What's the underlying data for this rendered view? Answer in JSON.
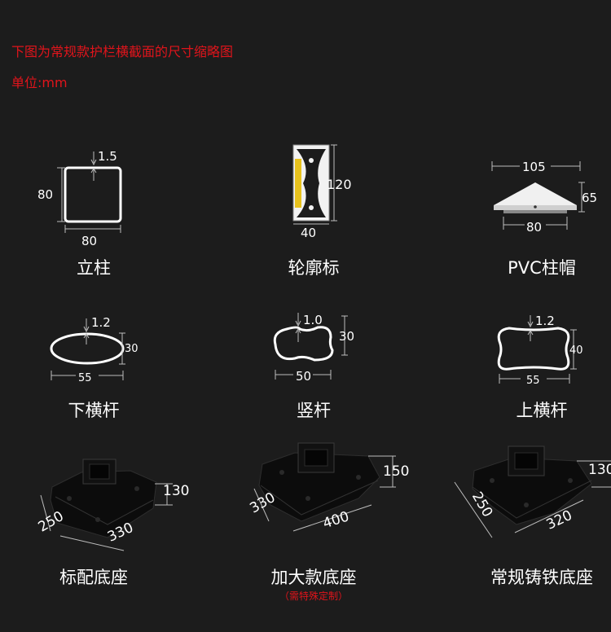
{
  "header": {
    "title": "下图为常规款护栏横截面的尺寸缩略图",
    "unit": "单位:mm"
  },
  "items": {
    "post": {
      "caption": "立柱",
      "thickness": "1.5",
      "height": "80",
      "width": "80"
    },
    "reflector": {
      "caption": "轮廓标",
      "height": "120",
      "width": "40"
    },
    "cap": {
      "caption": "PVC柱帽",
      "top": "105",
      "height": "65",
      "bottom": "80"
    },
    "lower_rail": {
      "caption": "下横杆",
      "thickness": "1.2",
      "height": "30",
      "width": "55"
    },
    "baluster": {
      "caption": "竖杆",
      "thickness": "1.0",
      "height": "30",
      "width": "50"
    },
    "upper_rail": {
      "caption": "上横杆",
      "thickness": "1.2",
      "height": "40",
      "width": "55"
    },
    "std_base": {
      "caption": "标配底座",
      "height": "130",
      "side": "250",
      "length": "330"
    },
    "large_base": {
      "caption": "加大款底座",
      "note": "（需特殊定制）",
      "height": "150",
      "side": "330",
      "length": "400"
    },
    "iron_base": {
      "caption": "常规铸铁底座",
      "height": "130",
      "side": "250",
      "length": "320"
    }
  }
}
